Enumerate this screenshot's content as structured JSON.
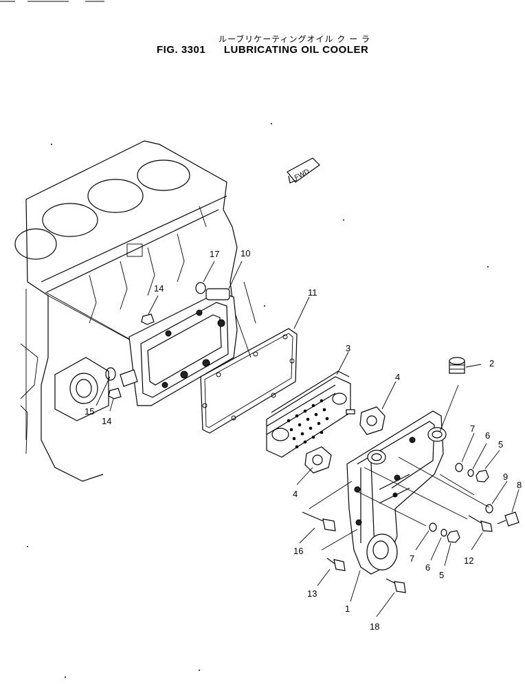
{
  "title_jp": "ルーブリケーティングオイル ク ー ラ",
  "figure_number": "FIG. 3301",
  "figure_title": "LUBRICATING OIL COOLER",
  "fwd_label": "FWD",
  "callouts": [
    "1",
    "2",
    "3",
    "4",
    "4",
    "5",
    "5",
    "6",
    "6",
    "7",
    "7",
    "8",
    "9",
    "10",
    "11",
    "12",
    "13",
    "14",
    "14",
    "15",
    "16",
    "17",
    "18"
  ]
}
